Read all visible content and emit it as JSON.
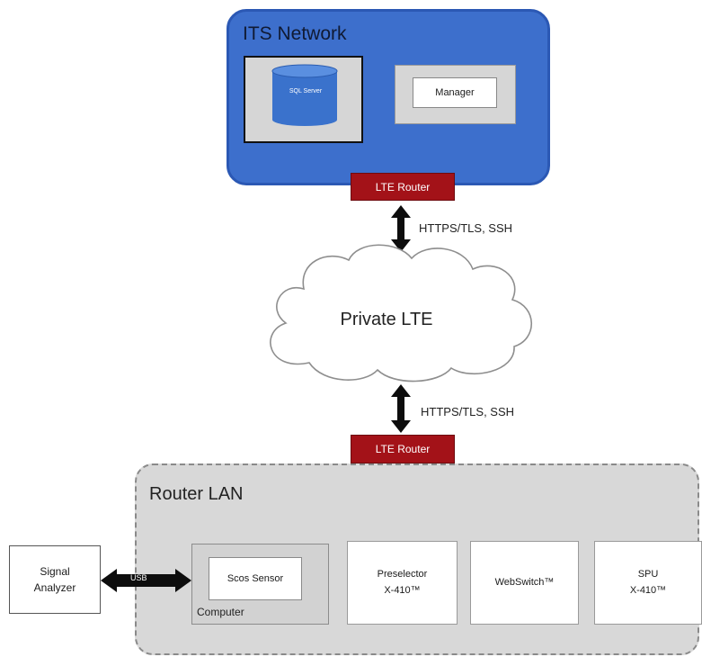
{
  "its_network": {
    "title": "ITS Network",
    "sql_server_label": "SQL Server",
    "manager_label": "Manager"
  },
  "routers": {
    "top_label": "LTE Router",
    "bottom_label": "LTE Router"
  },
  "links": {
    "top_protocols": "HTTPS/TLS, SSH",
    "bottom_protocols": "HTTPS/TLS, SSH",
    "usb_label": "USB"
  },
  "cloud": {
    "label": "Private LTE"
  },
  "router_lan": {
    "title": "Router LAN",
    "computer": {
      "label": "Computer",
      "scos_sensor_label": "Scos Sensor"
    },
    "devices": [
      {
        "name": "Preselector",
        "model": "X-410™"
      },
      {
        "name": "WebSwitch™",
        "model": ""
      },
      {
        "name": "SPU",
        "model": "X-410™"
      }
    ]
  },
  "signal_analyzer": {
    "line1": "Signal",
    "line2": "Analyzer"
  },
  "colors": {
    "its_network_fill": "#3d6fcc",
    "router_fill": "#a31218",
    "lan_fill": "#d8d8d8",
    "database_fill": "#3a72cc"
  }
}
